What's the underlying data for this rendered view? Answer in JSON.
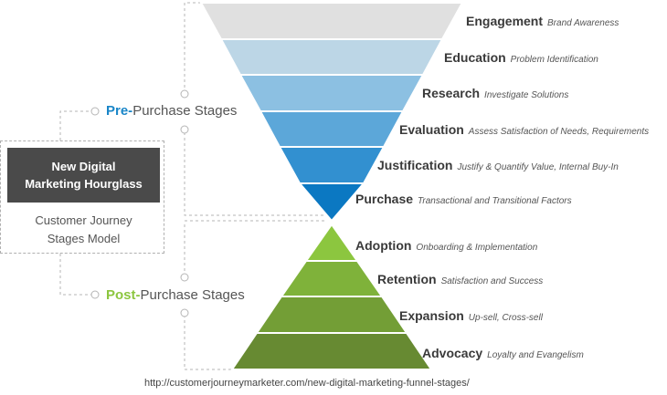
{
  "model": {
    "title_line1": "New Digital",
    "title_line2": "Marketing Hourglass",
    "subtitle_line1": "Customer Journey",
    "subtitle_line2": "Stages Model"
  },
  "phases": {
    "pre": {
      "accent": "Pre-",
      "rest": "Purchase Stages"
    },
    "post": {
      "accent": "Post-",
      "rest": "Purchase Stages"
    }
  },
  "pre_stages": [
    {
      "name": "Engagement",
      "desc": "Brand Awareness",
      "color": "#e0e0e0"
    },
    {
      "name": "Education",
      "desc": "Problem Identification",
      "color": "#bcd6e6"
    },
    {
      "name": "Research",
      "desc": "Investigate Solutions",
      "color": "#8cc0e2"
    },
    {
      "name": "Evaluation",
      "desc": "Assess Satisfaction of Needs, Requirements",
      "color": "#5ca7d9"
    },
    {
      "name": "Justification",
      "desc": "Justify & Quantify Value, Internal Buy-In",
      "color": "#3290d0"
    },
    {
      "name": "Purchase",
      "desc": "Transactional and Transitional Factors",
      "color": "#0b78c2"
    }
  ],
  "post_stages": [
    {
      "name": "Adoption",
      "desc": "Onboarding & Implementation",
      "color": "#8cc63f"
    },
    {
      "name": "Retention",
      "desc": "Satisfaction and Success",
      "color": "#7fb23a"
    },
    {
      "name": "Expansion",
      "desc": "Up-sell, Cross-sell",
      "color": "#739e36"
    },
    {
      "name": "Advocacy",
      "desc": "Loyalty and Evangelism",
      "color": "#678a32"
    }
  ],
  "source": "http://customerjourneymarketer.com/new-digital-marketing-funnel-stages/"
}
